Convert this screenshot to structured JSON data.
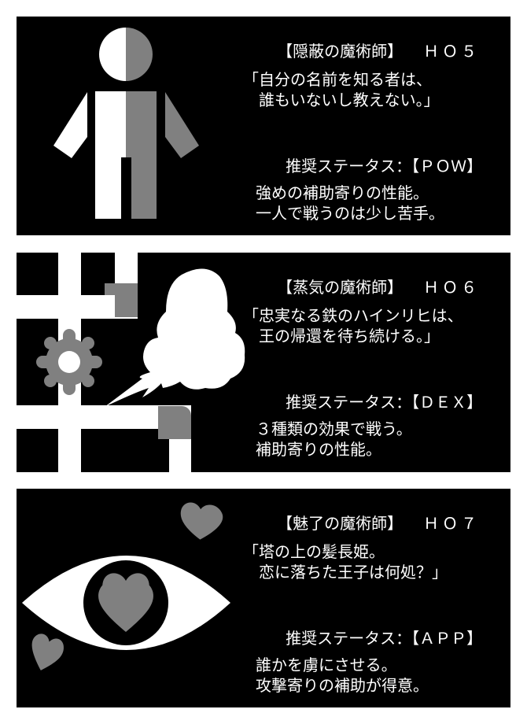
{
  "colors": {
    "background": "#ffffff",
    "panel": "#000000",
    "text": "#ffffff",
    "accent_gray": "#808080"
  },
  "panels": [
    {
      "id": "HO5",
      "icon": "half-person-icon",
      "title": "【隠蔽の魔術師】",
      "code": "ＨＯ５",
      "quote_line1": "「自分の名前を知る者は、",
      "quote_line2": "　誰もいないし教えない。」",
      "status_label": "推奨ステータス：",
      "status_value": "【ＰＯＷ】",
      "desc_line1": "強めの補助寄りの性能。",
      "desc_line2": "一人で戦うのは少し苦手。"
    },
    {
      "id": "HO6",
      "icon": "gear-steam-icon",
      "title": "【蒸気の魔術師】",
      "code": "ＨＯ６",
      "quote_line1": "「忠実なる鉄のハインリヒは、",
      "quote_line2": "　王の帰還を待ち続ける。」",
      "status_label": "推奨ステータス：",
      "status_value": "【ＤＥＸ】",
      "desc_line1": "３種類の効果で戦う。",
      "desc_line2": "補助寄りの性能。"
    },
    {
      "id": "HO7",
      "icon": "heart-eye-icon",
      "title": "【魅了の魔術師】",
      "code": "ＨＯ７",
      "quote_line1": "「塔の上の髪長姫。",
      "quote_line2": "　恋に落ちた王子は何処？」",
      "status_label": "推奨ステータス：",
      "status_value": "【ＡＰＰ】",
      "desc_line1": "誰かを虜にさせる。",
      "desc_line2": "攻撃寄りの補助が得意。"
    }
  ]
}
